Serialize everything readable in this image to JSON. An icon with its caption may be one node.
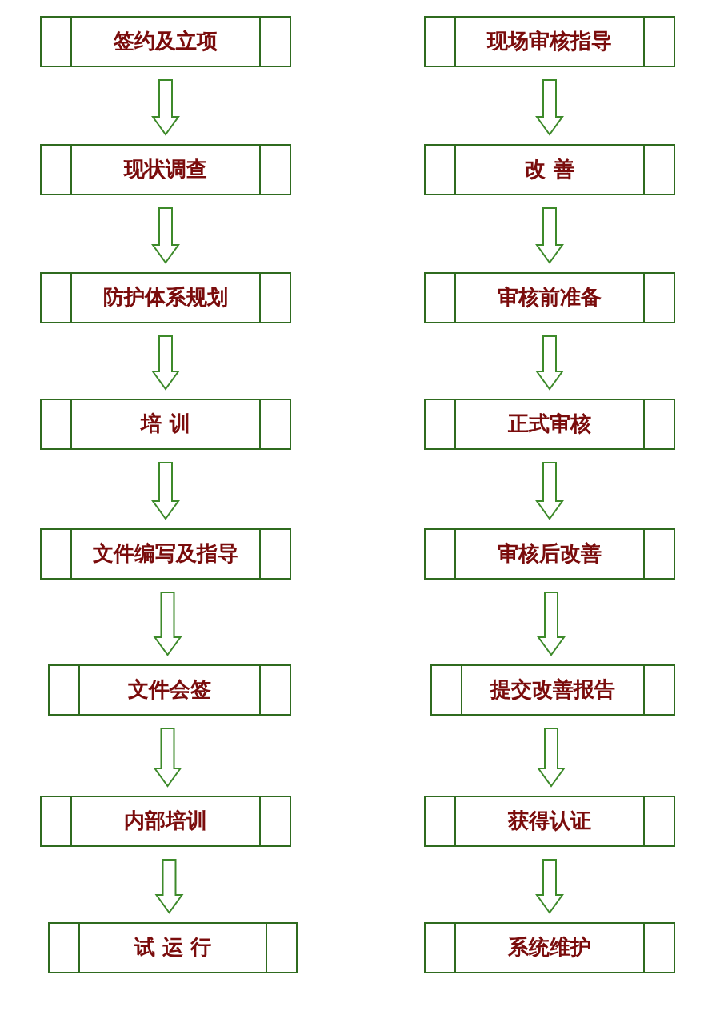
{
  "diagram": {
    "nodes": [
      {
        "text": [
          "签约及立项"
        ]
      },
      {
        "text": [
          "现状调查"
        ]
      },
      {
        "text": [
          "防护体系规划"
        ]
      },
      {
        "text": [
          "培 训"
        ]
      },
      {
        "text": [
          "文件编写及指导"
        ]
      },
      {
        "text": [
          "文件会签"
        ]
      },
      {
        "text": [
          "内部培训"
        ]
      },
      {
        "text": [
          "试 运 行"
        ]
      },
      {
        "text": [
          "现场审核指导"
        ]
      },
      {
        "text": [
          "改 善"
        ]
      },
      {
        "text": [
          "审核前准备"
        ]
      },
      {
        "text": [
          "正式审核"
        ]
      },
      {
        "text": [
          "审核后改善"
        ]
      },
      {
        "text": [
          "提交改善报告"
        ]
      },
      {
        "text": [
          "获得认证"
        ]
      },
      {
        "text": [
          "系统维护"
        ]
      }
    ],
    "edges": [
      {
        "from": 0,
        "to": 1,
        "arrow": "to"
      },
      {
        "from": 1,
        "to": 2,
        "arrow": "to"
      },
      {
        "from": 2,
        "to": 3,
        "arrow": "to"
      },
      {
        "from": 3,
        "to": 4,
        "arrow": "to"
      },
      {
        "from": 4,
        "to": 5,
        "arrow": "to"
      },
      {
        "from": 5,
        "to": 6,
        "arrow": "to"
      },
      {
        "from": 6,
        "to": 7,
        "arrow": "to"
      },
      {
        "from": 8,
        "to": 9,
        "arrow": "to"
      },
      {
        "from": 9,
        "to": 10,
        "arrow": "to"
      },
      {
        "from": 10,
        "to": 11,
        "arrow": "to"
      },
      {
        "from": 11,
        "to": 12,
        "arrow": "to"
      },
      {
        "from": 12,
        "to": 13,
        "arrow": "to"
      },
      {
        "from": 13,
        "to": 14,
        "arrow": "to"
      },
      {
        "from": 14,
        "to": 15,
        "arrow": "to"
      }
    ]
  }
}
